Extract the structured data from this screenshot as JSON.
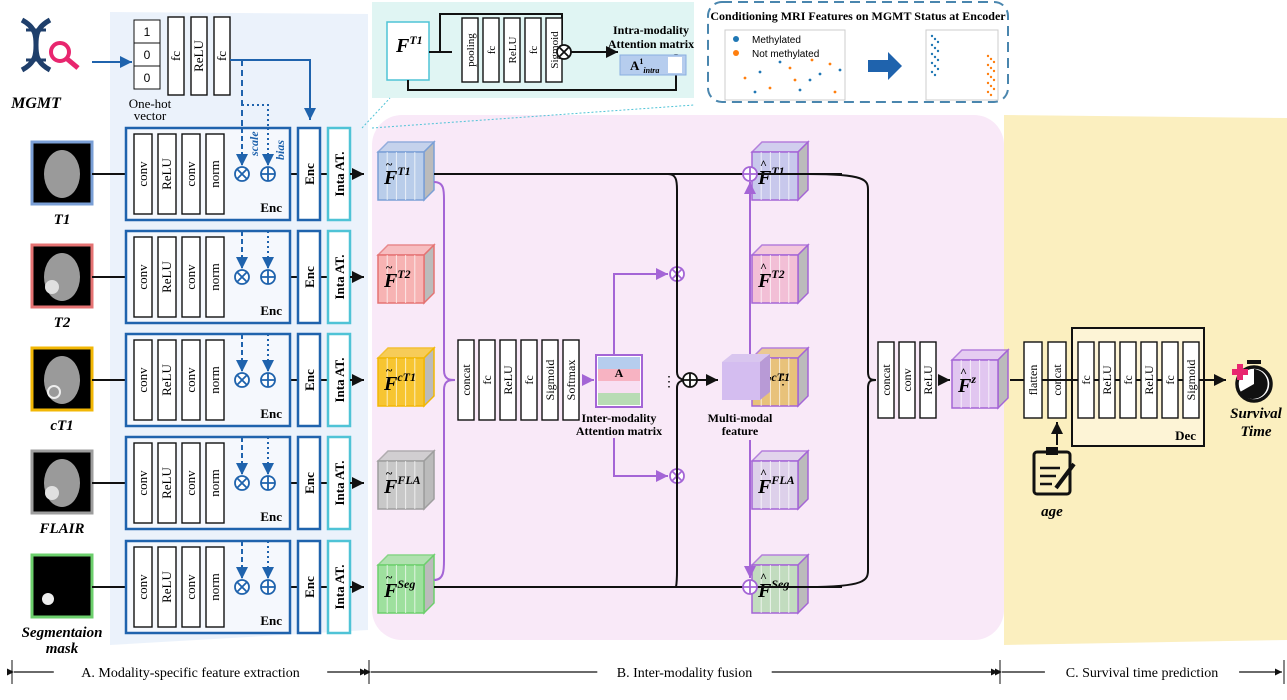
{
  "mgmt": {
    "label": "MGMT",
    "icon": "dna-magnifier-icon",
    "one_hot_values": [
      "1",
      "0",
      "0"
    ],
    "one_hot_caption": [
      "One-hot",
      "vector"
    ],
    "layers": [
      "fc",
      "ReLU",
      "fc"
    ]
  },
  "intra_inset": {
    "feature_label": "F",
    "feature_sup": "T1",
    "layers": [
      "pooling",
      "fc",
      "ReLU",
      "fc",
      "Sigmoid"
    ],
    "title": [
      "Intra-modality",
      "Attention matrix"
    ],
    "matrix_label": "A",
    "matrix_sup": "1",
    "matrix_sub": "intra"
  },
  "conditioning": {
    "title": "Conditioning MRI Features on MGMT Status at Encoder",
    "legend": [
      {
        "label": "Methylated",
        "color": "#1f77b4"
      },
      {
        "label": "Not methylated",
        "color": "#ff7f0e"
      }
    ],
    "arrow_icon": "right-arrow-icon"
  },
  "modalities": [
    {
      "name": "T1",
      "color": "#7a9fd6",
      "tilde_sup": "T1",
      "hat_sup": "T1",
      "fill": "#b9cdea",
      "hatfill": "#c8c8ec"
    },
    {
      "name": "T2",
      "color": "#e57373",
      "tilde_sup": "T2",
      "hat_sup": "T2",
      "fill": "#f7b3b3",
      "hatfill": "#f2bfd6"
    },
    {
      "name": "cT1",
      "color": "#f2b705",
      "tilde_sup": "cT1",
      "hat_sup": "cT1",
      "fill": "#f7c531",
      "hatfill": "#e8c27a"
    },
    {
      "name": "FLAIR",
      "color": "#9e9e9e",
      "tilde_sup": "FLA",
      "hat_sup": "FLA",
      "fill": "#c8c8c8",
      "hatfill": "#ddd0ea"
    },
    {
      "name": "Segmentaion mask",
      "color": "#6ccf6c",
      "tilde_sup": "Seg",
      "hat_sup": "Seg",
      "fill": "#9ee09e",
      "hatfill": "#c2dcbf"
    }
  ],
  "encoder": {
    "layers": [
      "conv",
      "ReLU",
      "conv",
      "norm"
    ],
    "block_label": "Enc",
    "enc_label": "Enc",
    "intra_at_label": "Inta AT.",
    "scale_label": "scale",
    "bias_label": "bias"
  },
  "fusion": {
    "layers": [
      "concat",
      "fc",
      "ReLU",
      "fc",
      "Sigmoid",
      "Softmax"
    ],
    "attention_label": "A",
    "attention_caption": [
      "Inter-modality",
      "Attention matrix"
    ],
    "multimodal_caption": [
      "Multi-modal",
      "feature"
    ],
    "ellipsis": "⋮",
    "post_layers": [
      "concat",
      "conv",
      "ReLU"
    ],
    "fused_sup": "z"
  },
  "prediction": {
    "pre_layers": [
      "flatten",
      "concat"
    ],
    "dec_layers": [
      "fc",
      "ReLU",
      "fc",
      "ReLU",
      "fc",
      "Sigmoid"
    ],
    "dec_label": "Dec",
    "age_label": "age",
    "age_icon": "clipboard-pencil-icon",
    "output_label": [
      "Survival",
      "Time"
    ],
    "output_icon": "stopwatch-plus-icon"
  },
  "stages": [
    "A. Modality-specific feature extraction",
    "B. Inter-modality fusion",
    "C. Survival time prediction"
  ]
}
